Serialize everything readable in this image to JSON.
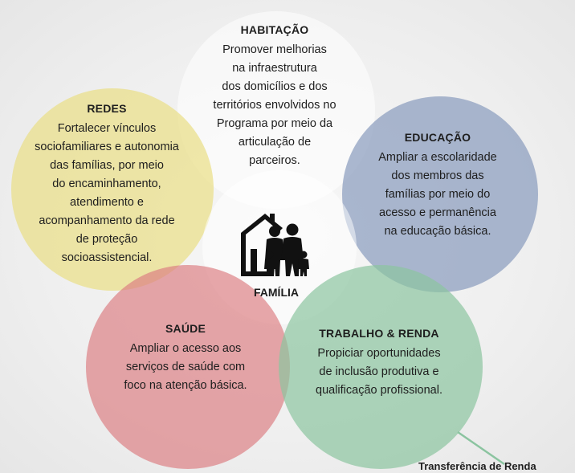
{
  "circles": {
    "habitacao": {
      "title": "HABITAÇÃO",
      "lines": [
        "Promover melhorias",
        "na infraestrutura",
        "dos domicílios e dos",
        "territórios envolvidos no",
        "Programa por meio da",
        "articulação de",
        "parceiros."
      ]
    },
    "redes": {
      "title": "REDES",
      "lines": [
        "Fortalecer vínculos",
        "sociofamiliares e autonomia",
        "das famílias, por meio",
        "do encaminhamento,",
        "atendimento e",
        "acompanhamento da rede",
        "de proteção",
        "socioassistencial."
      ]
    },
    "educacao": {
      "title": "EDUCAÇÃO",
      "lines": [
        "Ampliar a escolaridade",
        "dos membros das",
        "famílias por meio do",
        "acesso e permanência",
        "na educação básica."
      ]
    },
    "saude": {
      "title": "SAÚDE",
      "lines": [
        "Ampliar o acesso aos",
        "serviços de saúde com",
        "foco na atenção básica."
      ]
    },
    "trabalho": {
      "title": "TRABALHO & RENDA",
      "lines": [
        "Propiciar oportunidades",
        "de inclusão produtiva e",
        "qualificação profissional."
      ]
    }
  },
  "center": {
    "label": "FAMÍLIA",
    "icon": "family-house-icon"
  },
  "footer": {
    "label": "Transferência de Renda"
  },
  "colors": {
    "redes": "#e9de84",
    "educacao": "#8093b9",
    "saude": "#dc7e82",
    "trabalho": "#8bc4a0",
    "habitacao": "#ffffff"
  }
}
